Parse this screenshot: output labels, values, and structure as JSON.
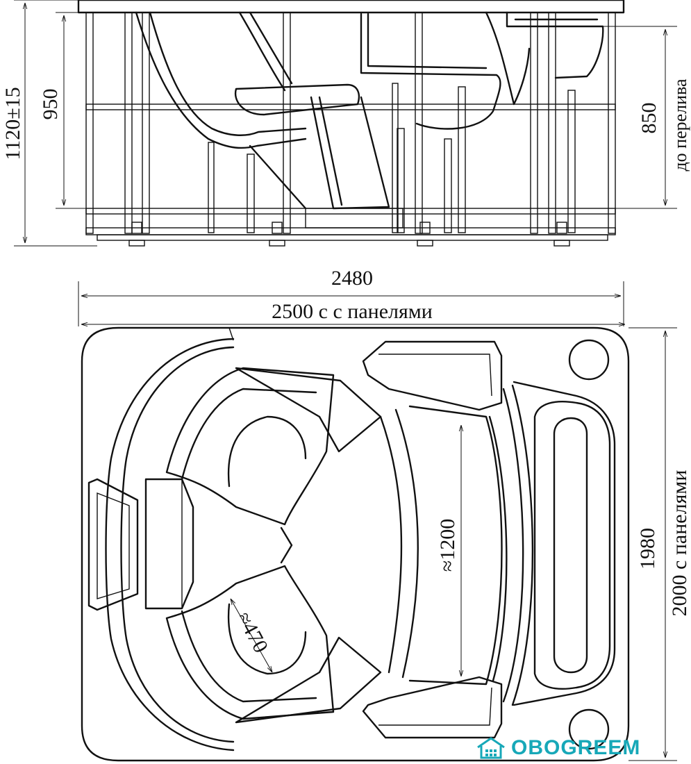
{
  "dimensions": {
    "total_height": "1120±15",
    "height_950": "950",
    "height_850": "850",
    "overflow_note": "до перелива",
    "length_2480": "2480",
    "length_panels": "2500 с с панелями",
    "width_1980": "1980",
    "width_panels": "2000 с панелями",
    "seat_length": "≈1200",
    "seat_width": "≈470"
  },
  "brand": {
    "name": "OBOGREEM",
    "color": "#17a8b8",
    "icon": "house-icon"
  }
}
